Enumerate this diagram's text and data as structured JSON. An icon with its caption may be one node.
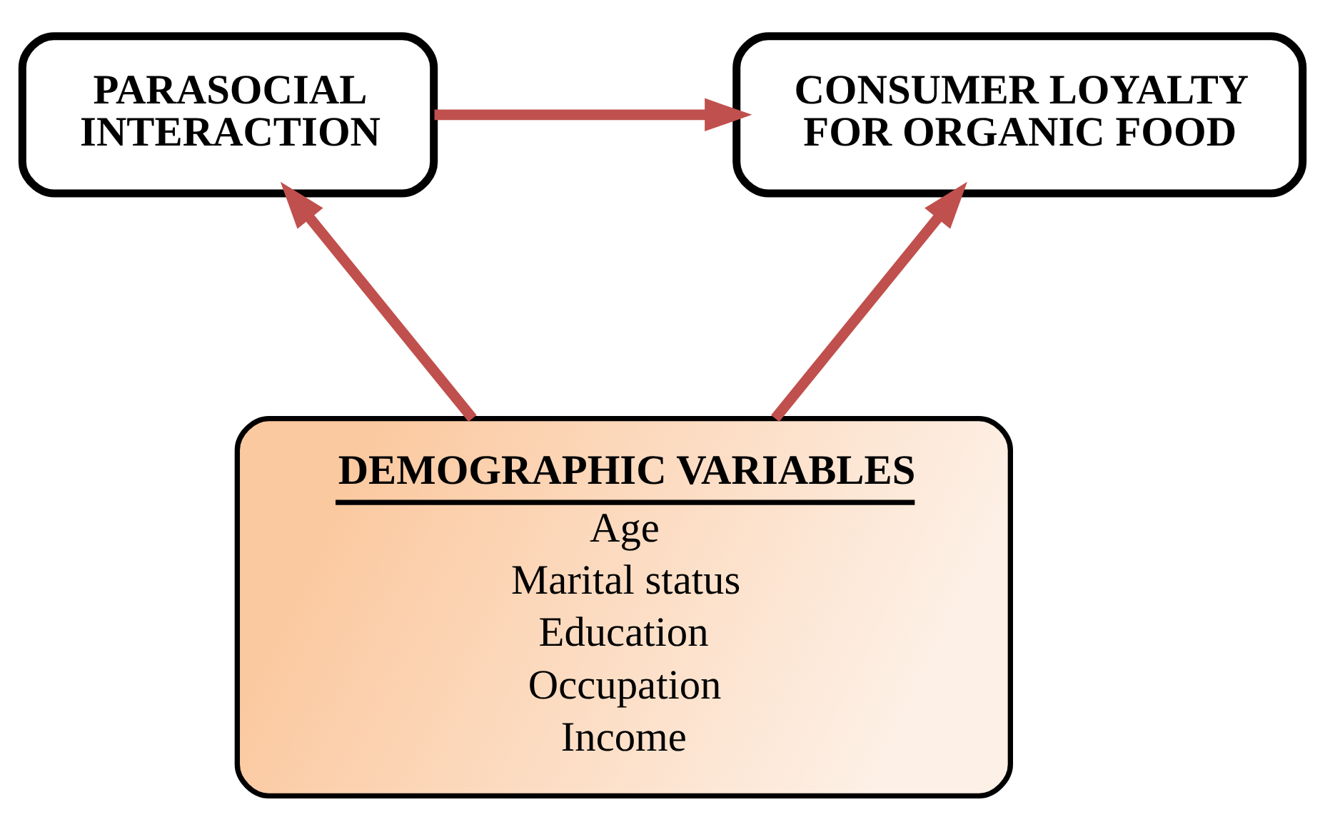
{
  "diagram": {
    "nodes": [
      {
        "text": [
          "PARASOCIAL INTERACTION"
        ]
      },
      {
        "text": [
          "CONSUMER LOYALTY FOR ORGANIC FOOD"
        ]
      },
      {
        "text": [
          "DEMOGRAPHIC VARIABLES",
          "Age",
          "Marital status",
          "Education",
          "Occupation",
          "Income"
        ]
      }
    ],
    "edges": [
      {
        "from": 0,
        "to": 1,
        "arrow": "to"
      },
      {
        "from": 2,
        "to": 0,
        "arrow": "to"
      },
      {
        "from": 2,
        "to": 1,
        "arrow": "to"
      }
    ]
  }
}
